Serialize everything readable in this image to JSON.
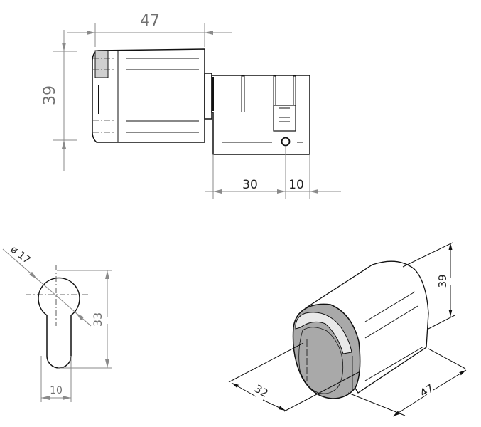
{
  "drawing": {
    "subject": "Half profile cylinder with knob",
    "side_view": {
      "dimensions": {
        "knob_length": "47",
        "knob_diameter": "39",
        "cylinder_length": "30",
        "cam_offset": "10"
      }
    },
    "profile_view": {
      "dimensions": {
        "head_diameter": "ø 17",
        "profile_height": "33",
        "profile_width": "10"
      }
    },
    "isometric_view": {
      "dimensions": {
        "knob_diameter": "39",
        "face_width": "32",
        "knob_length": "47"
      }
    }
  },
  "colors": {
    "line": "#111111",
    "dimension_line": "#8a8a8a",
    "dimension_text": "#707070",
    "fill_gray": "#a9a9a9",
    "fill_light_gray": "#cfcfcf"
  }
}
